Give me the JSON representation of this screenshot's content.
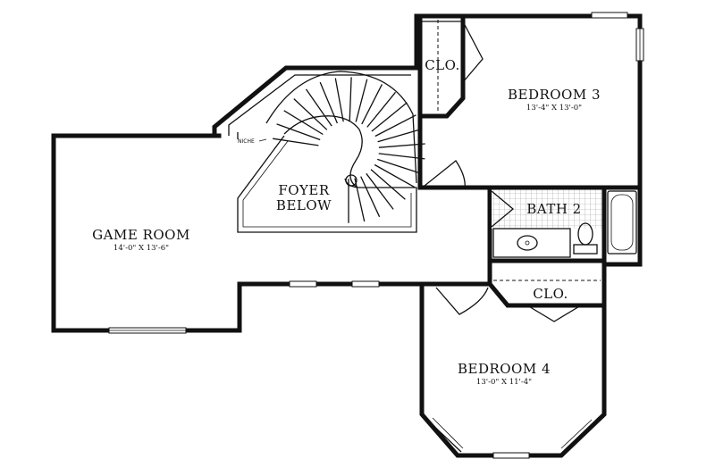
{
  "rooms": {
    "game_room": {
      "name": "GAME ROOM",
      "dims": "14'-0\" X 13'-6\""
    },
    "bedroom3": {
      "name": "BEDROOM 3",
      "dims": "13'-4\" X 13'-0\""
    },
    "bedroom4": {
      "name": "BEDROOM 4",
      "dims": "13'-0\" X 11'-4\""
    },
    "bath2": {
      "name": "BATH 2"
    },
    "closet_upper": {
      "name": "CLO."
    },
    "closet_lower": {
      "name": "CLO."
    },
    "foyer": {
      "line1": "FOYER",
      "line2": "BELOW"
    }
  },
  "labels": {
    "niche": "NICHE"
  },
  "colors": {
    "wall": "#111111",
    "background": "#ffffff",
    "tile": "#d9d9d9"
  }
}
